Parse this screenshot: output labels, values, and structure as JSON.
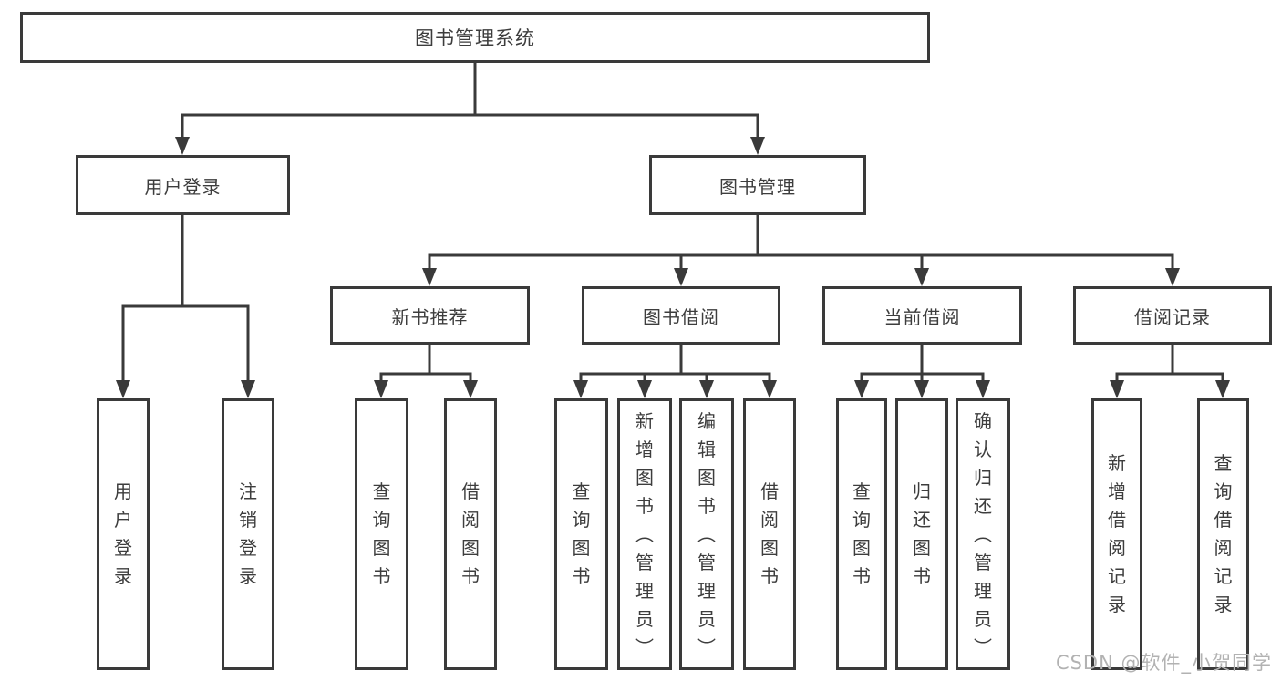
{
  "diagram": {
    "tree": {
      "label": "图书管理系统",
      "children": [
        {
          "label": "用户登录",
          "children": [
            {
              "label": "用户登录"
            },
            {
              "label": "注销登录"
            }
          ]
        },
        {
          "label": "图书管理",
          "children": [
            {
              "label": "新书推荐",
              "children": [
                {
                  "label": "查询图书"
                },
                {
                  "label": "借阅图书"
                }
              ]
            },
            {
              "label": "图书借阅",
              "children": [
                {
                  "label": "查询图书"
                },
                {
                  "label": "新增图书（管理员）"
                },
                {
                  "label": "编辑图书（管理员）"
                },
                {
                  "label": "借阅图书"
                }
              ]
            },
            {
              "label": "当前借阅",
              "children": [
                {
                  "label": "查询图书"
                },
                {
                  "label": "归还图书"
                },
                {
                  "label": "确认归还（管理员）"
                }
              ]
            },
            {
              "label": "借阅记录",
              "children": [
                {
                  "label": "新增借阅记录"
                },
                {
                  "label": "查询借阅记录"
                }
              ]
            }
          ]
        }
      ]
    },
    "colors": {
      "line": "#3a3a3a",
      "box_border": "#3a3a3a",
      "text": "#3d3d3d",
      "watermark": "#b2b2b2"
    }
  },
  "watermark": {
    "text": "CSDN @软件_小贺同学"
  }
}
